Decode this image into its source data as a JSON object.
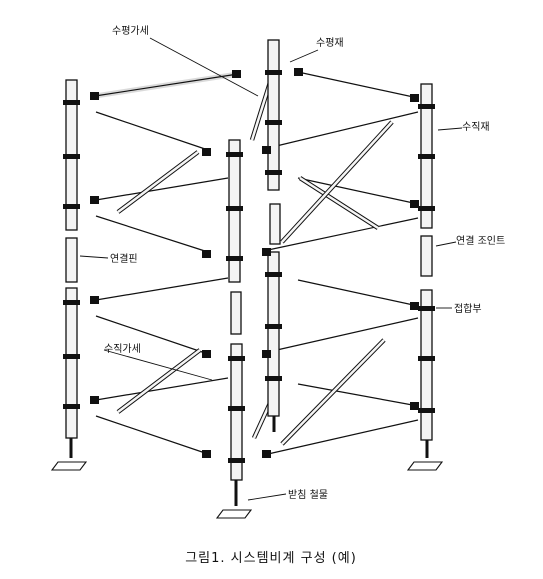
{
  "labels": {
    "horizontal_brace": "수평가세",
    "horizontal_member": "수평재",
    "vertical_member": "수직재",
    "connecting_pin": "연결핀",
    "connection_joint": "연결 조인트",
    "joint_part": "접합부",
    "vertical_brace": "수직가세",
    "base_jack": "받침 철물"
  },
  "caption": "그림1. 시스템비계 구성 (예)"
}
